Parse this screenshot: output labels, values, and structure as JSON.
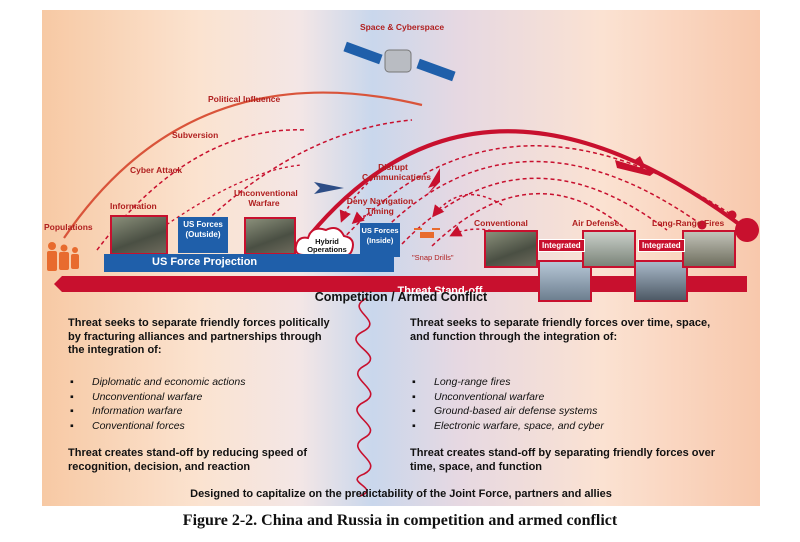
{
  "labels": {
    "space": "Space & Cyberspace",
    "political_influence": "Political Influence",
    "subversion": "Subversion",
    "cyber_attack": "Cyber Attack",
    "populations": "Populations",
    "information": "Information",
    "unconventional_warfare": "Unconventional Warfare",
    "disrupt_communications": "Disrupt Communications",
    "deny_navigation_timing": "Deny Navigation Timing",
    "conventional": "Conventional",
    "air_defense": "Air Defense",
    "long_range_fires": "Long-Range Fires",
    "us_forces_outside": "US Forces (Outside)",
    "hybrid_operations": "Hybrid Operations",
    "us_forces_inside": "US Forces (Inside)",
    "snap_drills": "\"Snap Drills\"",
    "integrated_1": "Integrated",
    "integrated_2": "Integrated",
    "us_force_projection": "US Force Projection",
    "threat_standoff": "Threat Stand-off"
  },
  "heading": "Competition / Armed Conflict",
  "left": {
    "intro": [
      "Threat seeks to separate friendly forces politically",
      "by fracturing alliances and partnerships through",
      "the integration of:"
    ],
    "bullets": [
      "Diplomatic and economic actions",
      "Unconventional warfare",
      "Information warfare",
      "Conventional forces"
    ],
    "outro": [
      "Threat creates stand-off by reducing speed of",
      "recognition, decision, and reaction"
    ]
  },
  "right": {
    "intro": [
      "Threat seeks to separate friendly forces over time, space,",
      "and function through the integration of:"
    ],
    "bullets": [
      "Long-range fires",
      "Unconventional warfare",
      "Ground-based air defense systems",
      "Electronic warfare, space, and cyber"
    ],
    "outro": [
      "Threat creates stand-off by separating friendly forces over",
      "time, space, and function"
    ]
  },
  "footer": "Designed to capitalize on the predictability of the Joint Force, partners and allies",
  "caption": "Figure 2-2.  China and Russia in competition and armed conflict",
  "colors": {
    "threat_red": "#c8102e",
    "us_blue": "#1f5faa",
    "label_red": "#b01f1f"
  },
  "icons": [
    "satellite-icon",
    "jet-icon",
    "people-icon",
    "drone-icon",
    "cloud-icon"
  ]
}
